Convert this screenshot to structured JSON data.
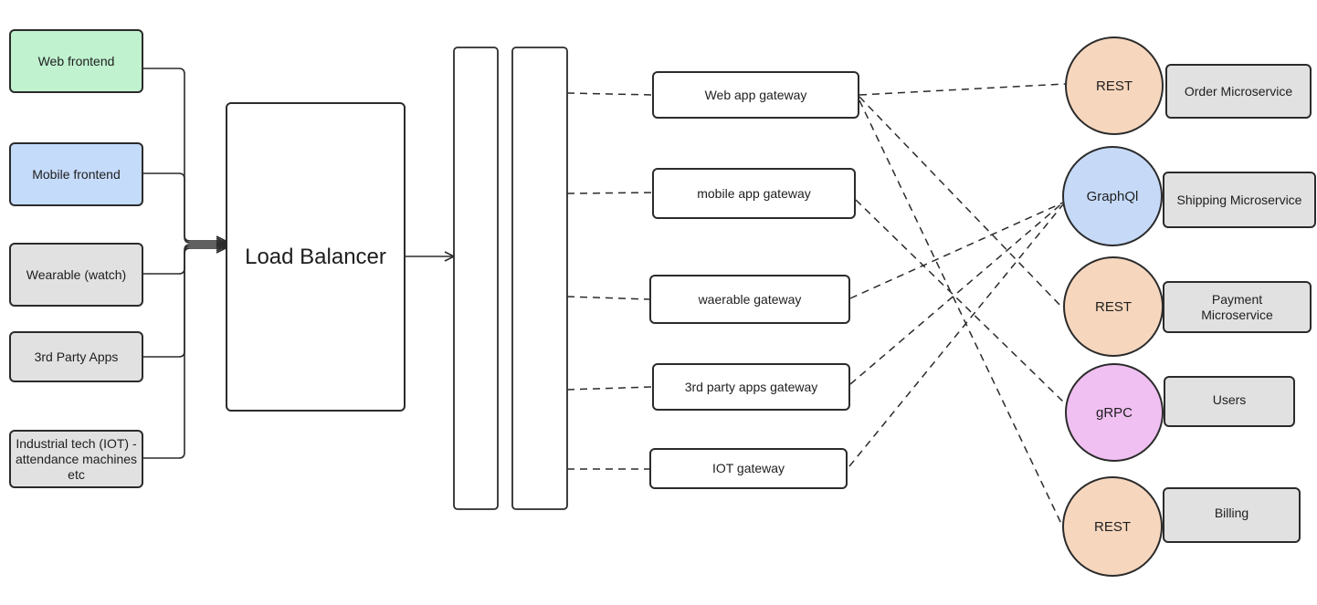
{
  "clients": [
    {
      "label": "Web frontend",
      "color": "#c0f2cf"
    },
    {
      "label": "Mobile frontend",
      "color": "#c5dbfa"
    },
    {
      "label": "Wearable (watch)",
      "color": "#e1e1e1"
    },
    {
      "label": "3rd Party Apps",
      "color": "#e1e1e1"
    },
    {
      "label": "Industrial tech (IOT) - attendance machines etc",
      "color": "#e1e1e1"
    }
  ],
  "load_balancer": {
    "label": "Load Balancer"
  },
  "gateways": [
    {
      "label": "Web app gateway"
    },
    {
      "label": "mobile app gateway"
    },
    {
      "label": "waerable gateway"
    },
    {
      "label": "3rd party apps gateway"
    },
    {
      "label": "IOT gateway"
    }
  ],
  "protocols": [
    {
      "label": "REST",
      "color": "#f6d7be"
    },
    {
      "label": "GraphQl",
      "color": "#c6daf8"
    },
    {
      "label": "REST",
      "color": "#f6d7be"
    },
    {
      "label": "gRPC",
      "color": "#f0c0f2"
    },
    {
      "label": "REST",
      "color": "#f6d7be"
    }
  ],
  "services": [
    {
      "label": "Order Microservice"
    },
    {
      "label": "Shipping Microservice"
    },
    {
      "label": "Payment Microservice"
    },
    {
      "label": "Users"
    },
    {
      "label": "Billing"
    }
  ]
}
